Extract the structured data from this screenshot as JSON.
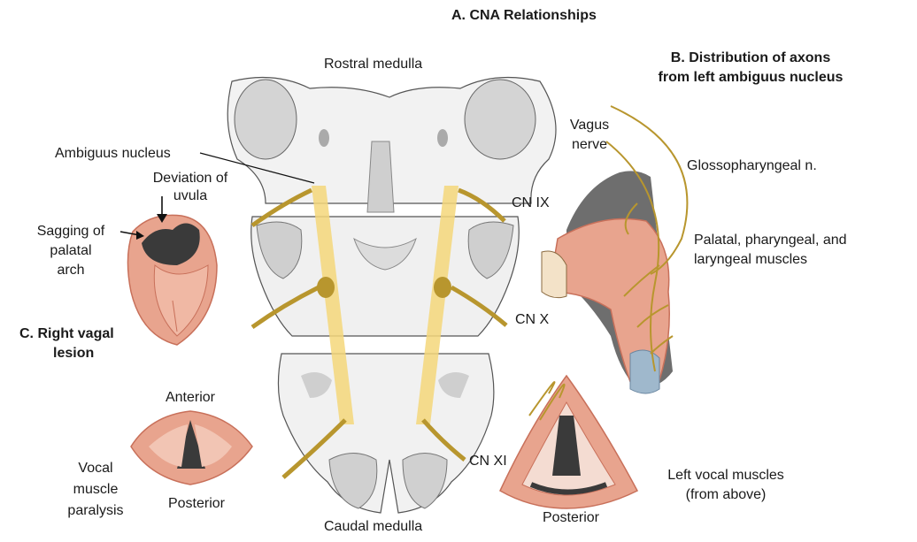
{
  "titles": {
    "panel_a": "A. CNA Relationships",
    "panel_b_line1": "B. Distribution of axons",
    "panel_b_line2": "from left ambiguus nucleus",
    "panel_c_line1": "C. Right vagal",
    "panel_c_line2": "lesion"
  },
  "brainstem": {
    "rostral": "Rostral medulla",
    "caudal": "Caudal medulla",
    "ambiguus": "Ambiguus nucleus",
    "cn9": "CN IX",
    "cn10": "CN X",
    "cn11": "CN XI"
  },
  "distribution": {
    "vagus_line1": "Vagus",
    "vagus_line2": "nerve",
    "glosso": "Glossopharyngeal n.",
    "muscles_line1": "Palatal, pharyngeal, and",
    "muscles_line2": "laryngeal muscles"
  },
  "palate": {
    "deviation_line1": "Deviation of",
    "deviation_line2": "uvula",
    "sagging_line1": "Sagging of",
    "sagging_line2": "palatal",
    "sagging_line3": "arch"
  },
  "vocal_right": {
    "anterior": "Anterior",
    "posterior": "Posterior",
    "paralysis_line1": "Vocal",
    "paralysis_line2": "muscle",
    "paralysis_line3": "paralysis"
  },
  "vocal_left": {
    "posterior": "Posterior",
    "caption_line1": "Left vocal muscles",
    "caption_line2": "(from above)"
  },
  "colors": {
    "tissue": "#e8a48e",
    "tissue_dark": "#c8705a",
    "nerve": "#b8962e",
    "column": "#f5d77a",
    "medulla": "#d8d8d8",
    "dark": "#3a3a3a"
  }
}
